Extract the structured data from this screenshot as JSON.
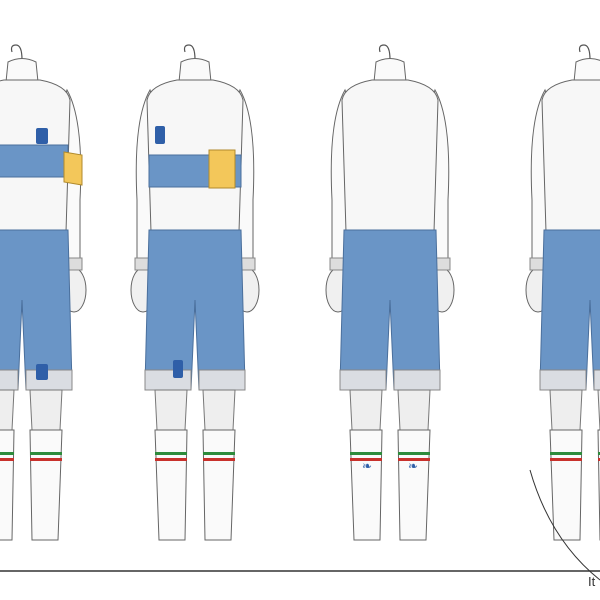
{
  "caption": "It",
  "colors": {
    "shirt": "#f7f7f7",
    "kit_blue": "#6a95c6",
    "armband": "#f3c75a",
    "outline": "#666666",
    "stripe_green": "#2e8b3c",
    "stripe_red": "#c8312c"
  },
  "views": [
    "front-three-quarter",
    "side",
    "back",
    "rear-three-quarter"
  ]
}
